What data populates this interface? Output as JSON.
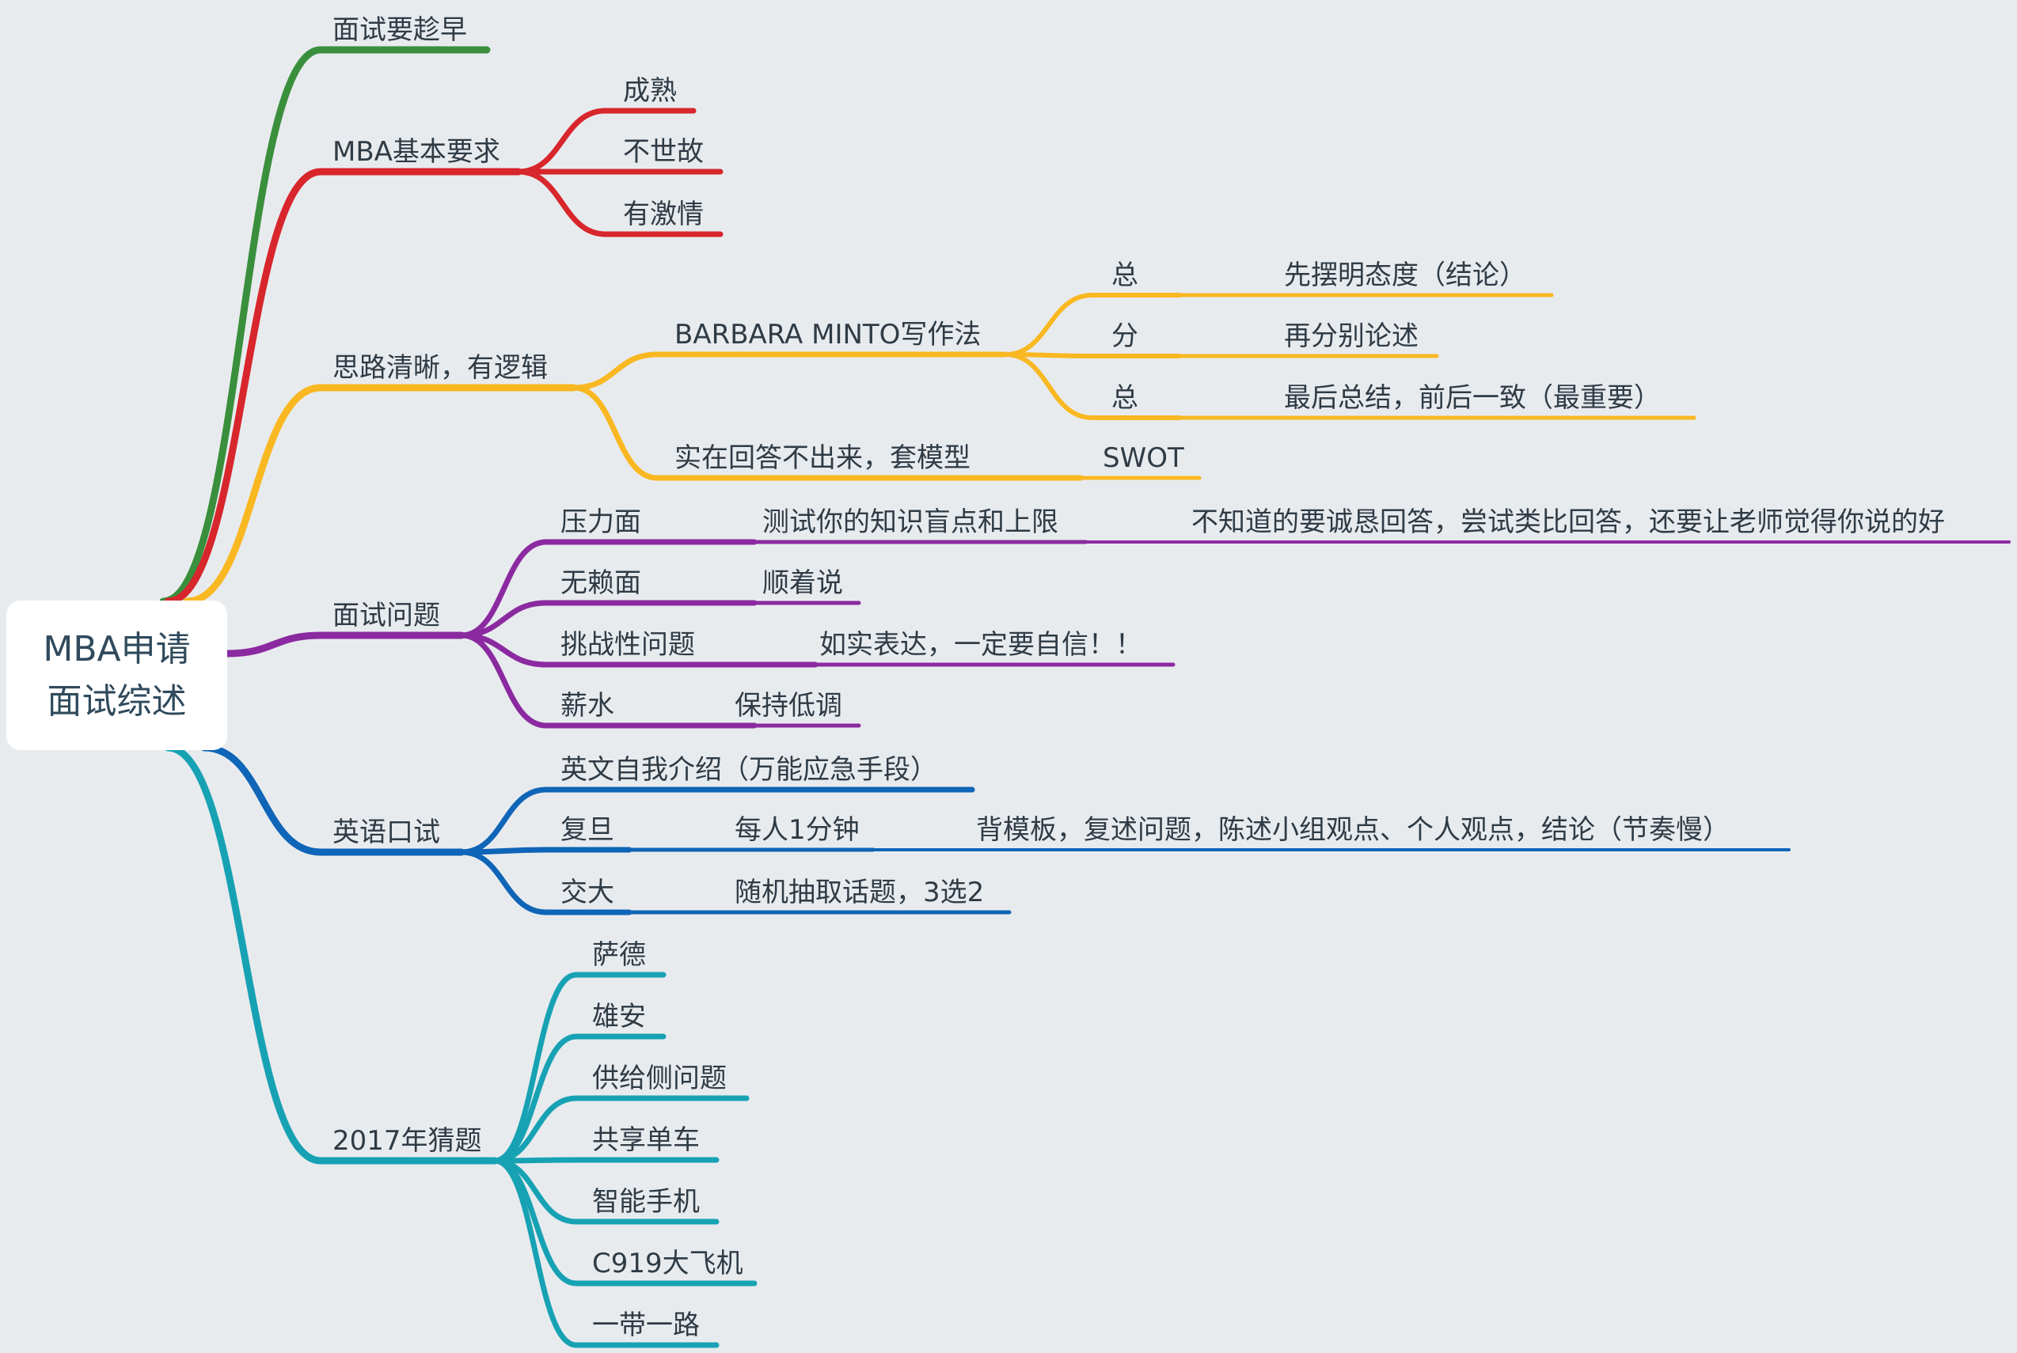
{
  "root": {
    "line1": "MBA申请",
    "line2": "面试综述"
  },
  "colors": {
    "green": "#3a8f3c",
    "red": "#d7262c",
    "orange": "#f9b821",
    "purple": "#8b2aa0",
    "blue": "#0f65b7",
    "teal": "#17a2b4"
  },
  "branches": [
    {
      "id": "b1",
      "label": "面试要趁早",
      "color": "green",
      "children": []
    },
    {
      "id": "b2",
      "label": "MBA基本要求",
      "color": "red",
      "children": [
        {
          "label": "成熟"
        },
        {
          "label": "不世故"
        },
        {
          "label": "有激情"
        }
      ]
    },
    {
      "id": "b3",
      "label": "思路清晰，有逻辑",
      "color": "orange",
      "children": [
        {
          "label": "BARBARA MINTO写作法",
          "children": [
            {
              "label": "总",
              "children": [
                {
                  "label": "先摆明态度（结论）"
                }
              ]
            },
            {
              "label": "分",
              "children": [
                {
                  "label": "再分别论述"
                }
              ]
            },
            {
              "label": "总",
              "children": [
                {
                  "label": "最后总结，前后一致（最重要）"
                }
              ]
            }
          ]
        },
        {
          "label": "实在回答不出来，套模型",
          "children": [
            {
              "label": "SWOT"
            }
          ]
        }
      ]
    },
    {
      "id": "b4",
      "label": "面试问题",
      "color": "purple",
      "children": [
        {
          "label": "压力面",
          "children": [
            {
              "label": "测试你的知识盲点和上限",
              "children": [
                {
                  "label": "不知道的要诚恳回答，尝试类比回答，还要让老师觉得你说的好"
                }
              ]
            }
          ]
        },
        {
          "label": "无赖面",
          "children": [
            {
              "label": "顺着说"
            }
          ]
        },
        {
          "label": "挑战性问题",
          "children": [
            {
              "label": "如实表达，一定要自信！！"
            }
          ]
        },
        {
          "label": "薪水",
          "children": [
            {
              "label": "保持低调"
            }
          ]
        }
      ]
    },
    {
      "id": "b5",
      "label": "英语口试",
      "color": "blue",
      "children": [
        {
          "label": "英文自我介绍（万能应急手段）"
        },
        {
          "label": "复旦",
          "children": [
            {
              "label": "每人1分钟",
              "children": [
                {
                  "label": "背模板，复述问题，陈述小组观点、个人观点，结论（节奏慢）"
                }
              ]
            }
          ]
        },
        {
          "label": "交大",
          "children": [
            {
              "label": "随机抽取话题，3选2"
            }
          ]
        }
      ]
    },
    {
      "id": "b6",
      "label": "2017年猜题",
      "color": "teal",
      "children": [
        {
          "label": "萨德"
        },
        {
          "label": "雄安"
        },
        {
          "label": "供给侧问题"
        },
        {
          "label": "共享单车"
        },
        {
          "label": "智能手机"
        },
        {
          "label": "C919大飞机"
        },
        {
          "label": "一带一路"
        }
      ]
    }
  ]
}
